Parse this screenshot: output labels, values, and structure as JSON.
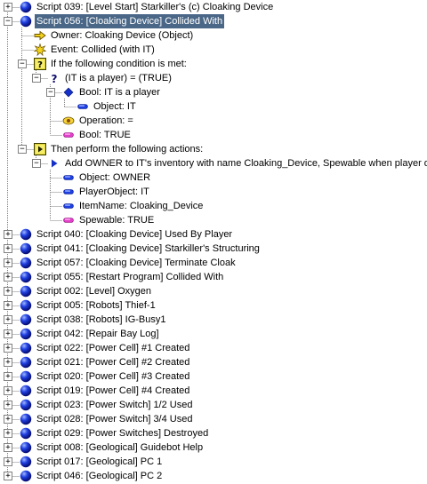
{
  "colors": {
    "selection_bg": "#4a6787",
    "selection_fg": "#ffffff",
    "tree_line": "#808080"
  },
  "toggle_glyphs": {
    "expanded": "−",
    "collapsed": "+"
  },
  "tree": [
    {
      "name": "script-039",
      "depth": 0,
      "toggle": "collapsed",
      "icon": "script-ball-icon",
      "label": "Script 039: [Level Start] Starkiller's (c) Cloaking Device"
    },
    {
      "name": "script-056",
      "depth": 0,
      "toggle": "expanded",
      "icon": "script-ball-icon",
      "label": "Script 056: [Cloaking Device] Collided With",
      "selected": true
    },
    {
      "name": "owner",
      "depth": 1,
      "icon": "owner-arrow-icon",
      "label": "Owner: Cloaking Device (Object)"
    },
    {
      "name": "event",
      "depth": 1,
      "icon": "event-burst-icon",
      "label": "Event: Collided (with IT)"
    },
    {
      "name": "condition-block",
      "depth": 1,
      "toggle": "expanded",
      "icon": "condition-question-icon",
      "label": "If the following condition is met:"
    },
    {
      "name": "condition-expression",
      "depth": 2,
      "toggle": "expanded",
      "icon": "question-mark-icon",
      "label": "(IT is a player) = (TRUE)"
    },
    {
      "name": "bool-it-is-player",
      "depth": 3,
      "toggle": "expanded",
      "icon": "diamond-icon",
      "label": "Bool: IT is a player"
    },
    {
      "name": "object-it",
      "depth": 4,
      "icon": "parameter-pill-icon",
      "label": "Object: IT"
    },
    {
      "name": "operation",
      "depth": 3,
      "icon": "operation-eye-icon",
      "label": "Operation: ="
    },
    {
      "name": "bool-true",
      "depth": 3,
      "icon": "literal-pill-icon",
      "label": "Bool: TRUE"
    },
    {
      "name": "action-block",
      "depth": 1,
      "toggle": "expanded",
      "icon": "action-play-icon",
      "label": "Then perform the following actions:"
    },
    {
      "name": "action-add-inventory",
      "depth": 2,
      "toggle": "expanded",
      "icon": "action-triangle-icon",
      "label": "Add OWNER to IT's inventory with name Cloaking_Device, Spewable when player di"
    },
    {
      "name": "param-object-owner",
      "depth": 3,
      "icon": "parameter-pill-icon",
      "label": "Object: OWNER"
    },
    {
      "name": "param-player-object",
      "depth": 3,
      "icon": "parameter-pill-icon",
      "label": "PlayerObject: IT"
    },
    {
      "name": "param-item-name",
      "depth": 3,
      "icon": "parameter-pill-icon",
      "label": "ItemName: Cloaking_Device"
    },
    {
      "name": "param-spewable",
      "depth": 3,
      "icon": "literal-pill-icon",
      "label": "Spewable: TRUE"
    },
    {
      "name": "script-040",
      "depth": 0,
      "toggle": "collapsed",
      "icon": "script-ball-icon",
      "label": "Script 040: [Cloaking Device] Used By Player"
    },
    {
      "name": "script-041",
      "depth": 0,
      "toggle": "collapsed",
      "icon": "script-ball-icon",
      "label": "Script 041: [Cloaking Device] Starkiller's Structuring"
    },
    {
      "name": "script-057",
      "depth": 0,
      "toggle": "collapsed",
      "icon": "script-ball-icon",
      "label": "Script 057: [Cloaking Device] Terminate Cloak"
    },
    {
      "name": "script-055",
      "depth": 0,
      "toggle": "collapsed",
      "icon": "script-ball-icon",
      "label": "Script 055: [Restart Program] Collided With"
    },
    {
      "name": "script-002",
      "depth": 0,
      "toggle": "collapsed",
      "icon": "script-ball-icon",
      "label": "Script 002: [Level] Oxygen"
    },
    {
      "name": "script-005",
      "depth": 0,
      "toggle": "collapsed",
      "icon": "script-ball-icon",
      "label": "Script 005: [Robots] Thief-1"
    },
    {
      "name": "script-038",
      "depth": 0,
      "toggle": "collapsed",
      "icon": "script-ball-icon",
      "label": "Script 038: [Robots] IG-Busy1"
    },
    {
      "name": "script-042",
      "depth": 0,
      "toggle": "collapsed",
      "icon": "script-ball-icon",
      "label": "Script 042: [Repair Bay Log]"
    },
    {
      "name": "script-022",
      "depth": 0,
      "toggle": "collapsed",
      "icon": "script-ball-icon",
      "label": "Script 022: [Power Cell] #1 Created"
    },
    {
      "name": "script-021",
      "depth": 0,
      "toggle": "collapsed",
      "icon": "script-ball-icon",
      "label": "Script 021: [Power Cell] #2 Created"
    },
    {
      "name": "script-020",
      "depth": 0,
      "toggle": "collapsed",
      "icon": "script-ball-icon",
      "label": "Script 020: [Power Cell] #3 Created"
    },
    {
      "name": "script-019",
      "depth": 0,
      "toggle": "collapsed",
      "icon": "script-ball-icon",
      "label": "Script 019: [Power Cell] #4 Created"
    },
    {
      "name": "script-023",
      "depth": 0,
      "toggle": "collapsed",
      "icon": "script-ball-icon",
      "label": "Script 023: [Power Switch] 1/2 Used"
    },
    {
      "name": "script-028",
      "depth": 0,
      "toggle": "collapsed",
      "icon": "script-ball-icon",
      "label": "Script 028: [Power Switch] 3/4 Used"
    },
    {
      "name": "script-029",
      "depth": 0,
      "toggle": "collapsed",
      "icon": "script-ball-icon",
      "label": "Script 029: [Power Switches] Destroyed"
    },
    {
      "name": "script-008",
      "depth": 0,
      "toggle": "collapsed",
      "icon": "script-ball-icon",
      "label": "Script 008: [Geological] Guidebot Help"
    },
    {
      "name": "script-017",
      "depth": 0,
      "toggle": "collapsed",
      "icon": "script-ball-icon",
      "label": "Script 017: [Geological] PC 1"
    },
    {
      "name": "script-046",
      "depth": 0,
      "toggle": "collapsed",
      "icon": "script-ball-icon",
      "label": "Script 046: [Geological] PC 2"
    }
  ]
}
